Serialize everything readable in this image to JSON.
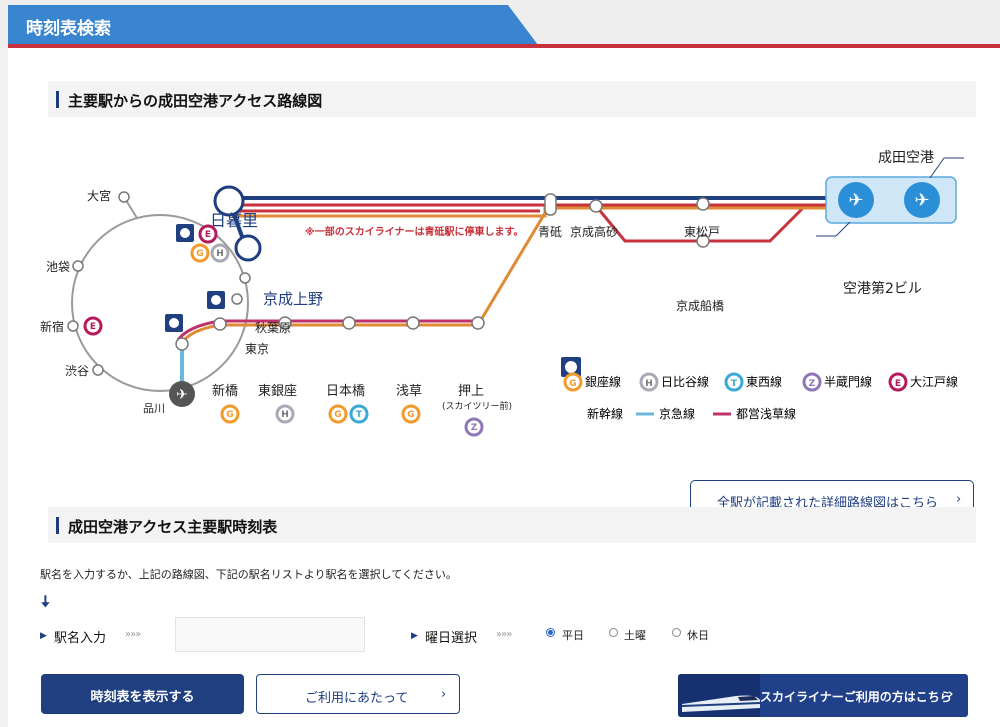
{
  "header": {
    "title": "時刻表検索"
  },
  "map_section": {
    "title": "主要駅からの成田空港アクセス路線図",
    "detail_button": "全駅が記載された詳細路線図はこちら",
    "chev": "›"
  },
  "map": {
    "note": "※一部のスカイライナーは青砥駅に停車します。",
    "stations": {
      "omiya": "大宮",
      "ikebukuro": "池袋",
      "shinjuku": "新宿",
      "shibuya": "渋谷",
      "shinagawa": "品川",
      "nippori": "日暮里",
      "keisei_ueno": "京成上野",
      "akihabara": "秋葉原",
      "tokyo": "東京",
      "shinbashi": "新橋",
      "higashi_ginza": "東銀座",
      "nihonbashi": "日本橋",
      "asakusa": "浅草",
      "oshiage": "押上",
      "oshiage_sub": "(スカイツリー前)",
      "aoto": "青砥",
      "keisei_takasago": "京成高砂",
      "higashi_matsudo": "東松戸",
      "keisei_funabashi": "京成船橋",
      "narita_airport": "成田空港",
      "airport_t2": "空港第2ビル"
    },
    "legend": {
      "ginza": "銀座線",
      "hibiya": "日比谷線",
      "tozai": "東西線",
      "hanzomon": "半蔵門線",
      "oedo": "大江戸線",
      "shinkansen": "新幹線",
      "keikyu": "京急線",
      "asakusa_line": "都営浅草線"
    },
    "badges": {
      "G": "G",
      "H": "H",
      "T": "T",
      "Z": "Z",
      "E": "E"
    },
    "colors": {
      "skyliner": "#1f3f80",
      "keisei": "#c8323c",
      "access": "#e08a35",
      "asakusa_line": "#c0306a",
      "keikyu": "#6ab9dd",
      "jr": "#999999",
      "ginza": "#f39a2b",
      "hibiya": "#a9a9b5",
      "tozai": "#3aa9d6",
      "hanzomon": "#8f76b8",
      "oedo": "#b6195c"
    }
  },
  "timetable_section": {
    "title": "成田空港アクセス主要駅時刻表",
    "instruction": "駅名を入力するか、上記の路線図、下記の駅名リストより駅名を選択してください。",
    "down_arrow": "🡇",
    "station_label": "駅名入力",
    "station_input": {
      "value": "",
      "placeholder": ""
    },
    "day_label": "曜日選択",
    "arrows": "»»»",
    "triangle": "▶",
    "day_options": [
      {
        "label": "平日",
        "selected": true
      },
      {
        "label": "土曜",
        "selected": false
      },
      {
        "label": "休日",
        "selected": false
      }
    ],
    "show_button": "時刻表を表示する",
    "use_button": "ご利用にあたって",
    "skyliner_button": "スカイライナーご利用の方はこちら",
    "chev": "›"
  }
}
